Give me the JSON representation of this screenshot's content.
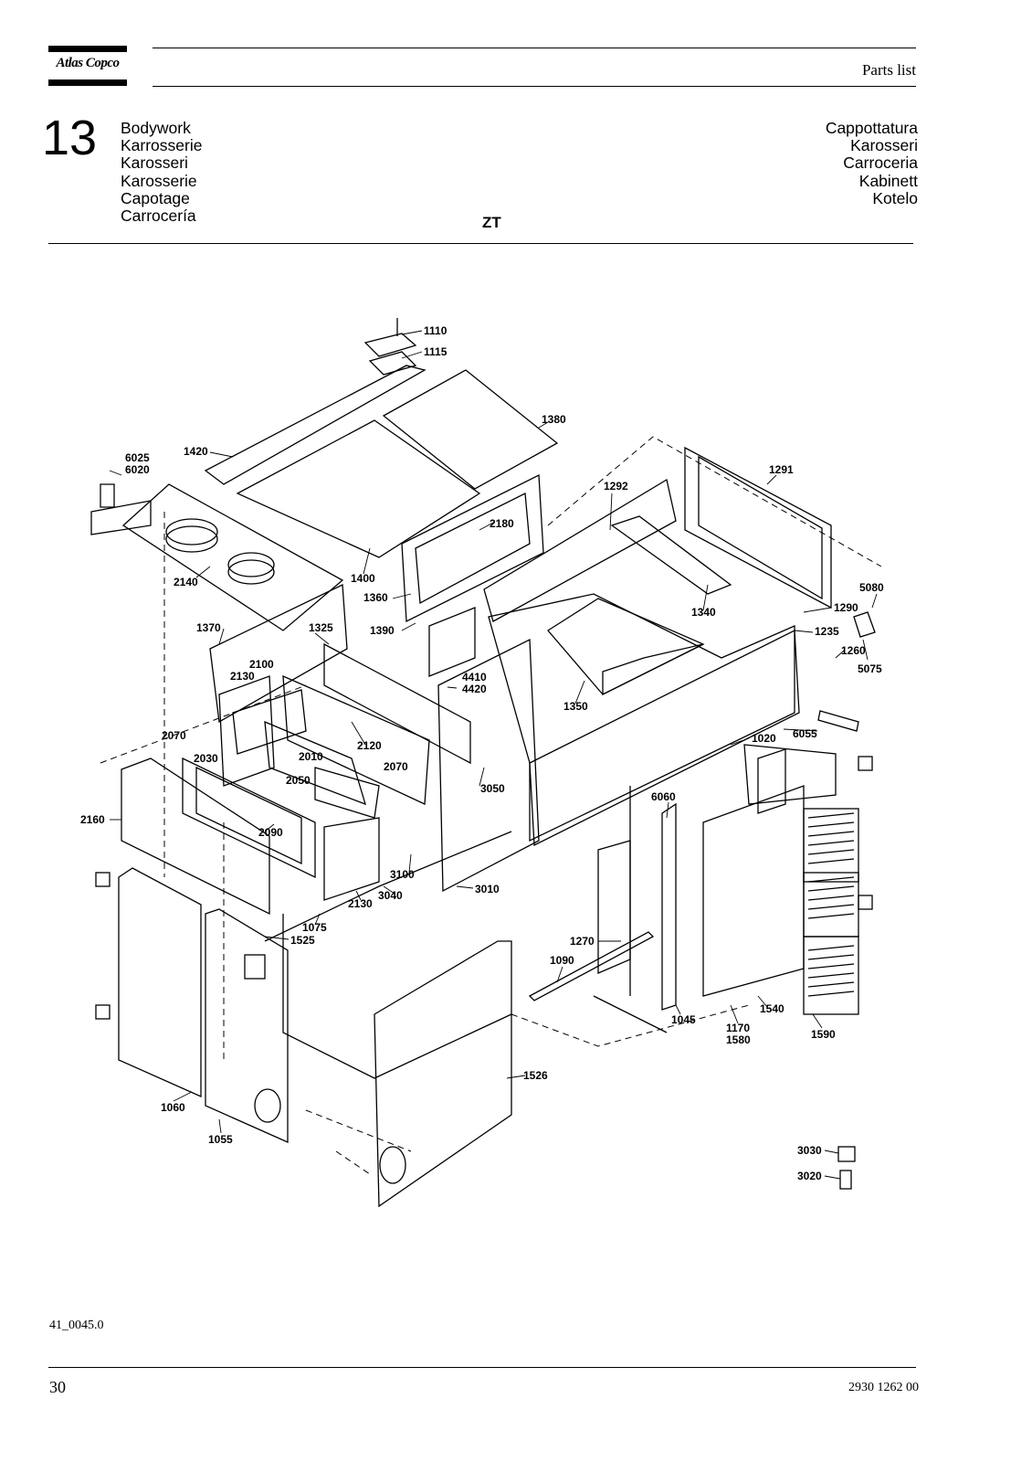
{
  "header": {
    "brand": "Atlas Copco",
    "doc_type": "Parts list"
  },
  "section": {
    "number": "13",
    "names_left": [
      "Bodywork",
      "Karrosserie",
      "Karosseri",
      "Karosserie",
      "Capotage",
      "Carrocería"
    ],
    "names_right": [
      "Cappottatura",
      "Karosseri",
      "Carroceria",
      "Kabinett",
      "Kotelo"
    ],
    "model": "ZT"
  },
  "diagram": {
    "callouts": [
      "1110",
      "1115",
      "1380",
      "1420",
      "6025",
      "6020",
      "1292",
      "1291",
      "2180",
      "2140",
      "1400",
      "1360",
      "5080",
      "1340",
      "1290",
      "1370",
      "1325",
      "1390",
      "1235",
      "1260",
      "5075",
      "2100",
      "2130",
      "4410",
      "4420",
      "1350",
      "2070",
      "6055",
      "2030",
      "2010",
      "2120",
      "2070",
      "1020",
      "2050",
      "3050",
      "2160",
      "2090",
      "6060",
      "3100",
      "3010",
      "3040",
      "2130",
      "1075",
      "1525",
      "1270",
      "1090",
      "1540",
      "1045",
      "1170",
      "1580",
      "1590",
      "1526",
      "1060",
      "1055",
      "3030",
      "3020"
    ]
  },
  "footer": {
    "figure_ref": "41_0045.0",
    "page_number": "30",
    "doc_number": "2930 1262 00"
  }
}
